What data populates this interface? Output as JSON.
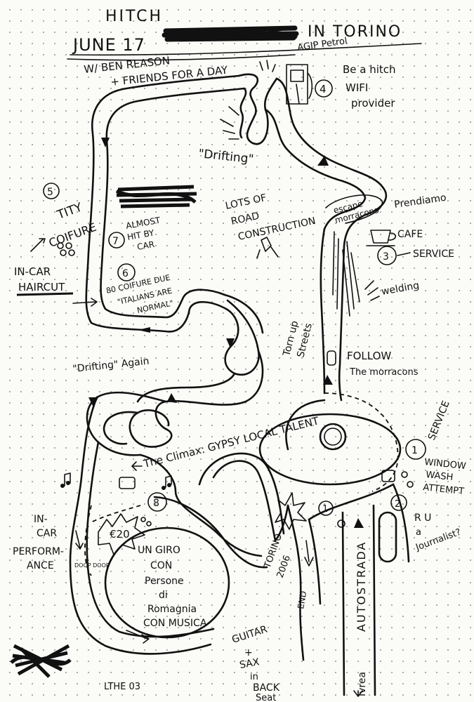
{
  "header": {
    "title": "HITCH",
    "date": "JUNE 17",
    "place": "IN TORINO",
    "with_line_1": "W/ BEN REASON",
    "with_line_2": "+ FRIENDS FOR A DAY"
  },
  "stops": {
    "agip": "AGIP Petrol",
    "n1": "1",
    "n2": "2",
    "n3": "3",
    "n4": "4",
    "n5": "5",
    "n6": "6",
    "n7": "7",
    "n8": "8",
    "service_1": "SERVICE",
    "window_wash_1": "WINDOW",
    "window_wash_2": "WASH",
    "window_wash_3": "ATTEMPT",
    "journalist_1": "R U",
    "journalist_2": "a",
    "journalist_3": "Journalist?",
    "service_3": "SERVICE",
    "prendiamo_1": "Prendiamo",
    "prendiamo_2": "CAFE",
    "wifi_1": "Be a hitch",
    "wifi_2": "WIFI",
    "wifi_3": "provider",
    "tity_1": "TITY",
    "tity_2": "COIFURE",
    "almost_1": "ALMOST",
    "almost_2": "HIT BY",
    "almost_3": "CAR",
    "coifure_1": "80 COIFURE DUE",
    "coifure_2": "\"ITALIANS ARE",
    "coifure_3": "NORMAL\"",
    "climax": "The Climax: GYPSY LOCAL TALENT",
    "euro": "€20"
  },
  "labels": {
    "drifting": "\"Drifting\"",
    "drifting_again": "\"Drifting\" Again",
    "road_construction_1": "LOTS OF",
    "road_construction_2": "ROAD",
    "road_construction_3": "CONSTRUCTION",
    "escape_1": "escape",
    "escape_2": "morracons",
    "welding": "welding",
    "torn_1": "Torn up",
    "torn_2": "Streets",
    "follow_1": "FOLLOW",
    "follow_2": "The morracons",
    "in_car_haircut_1": "IN-CAR",
    "in_car_haircut_2": "HAIRCUT",
    "in_car_perf_1": "IN-",
    "in_car_perf_2": "CAR",
    "in_car_perf_3": "PERFORM-",
    "in_car_perf_4": "ANCE",
    "giro_1": "UN GIRO",
    "giro_2": "CON",
    "giro_3": "Persone",
    "giro_4": "di",
    "giro_5": "Romagnia",
    "giro_6": "CON MUSICA",
    "torino_1": "TORINO",
    "torino_2": "2006",
    "end": "END",
    "autostrada": "AUTOSTRADA",
    "ivrea": "Ivrea",
    "guitar_1": "GUITAR",
    "guitar_2": "+",
    "guitar_3": "SAX",
    "guitar_4": "in",
    "guitar_5": "BACK",
    "guitar_6": "Seat",
    "signature": "LTHE 03",
    "doop": "DOOP DOOP"
  }
}
